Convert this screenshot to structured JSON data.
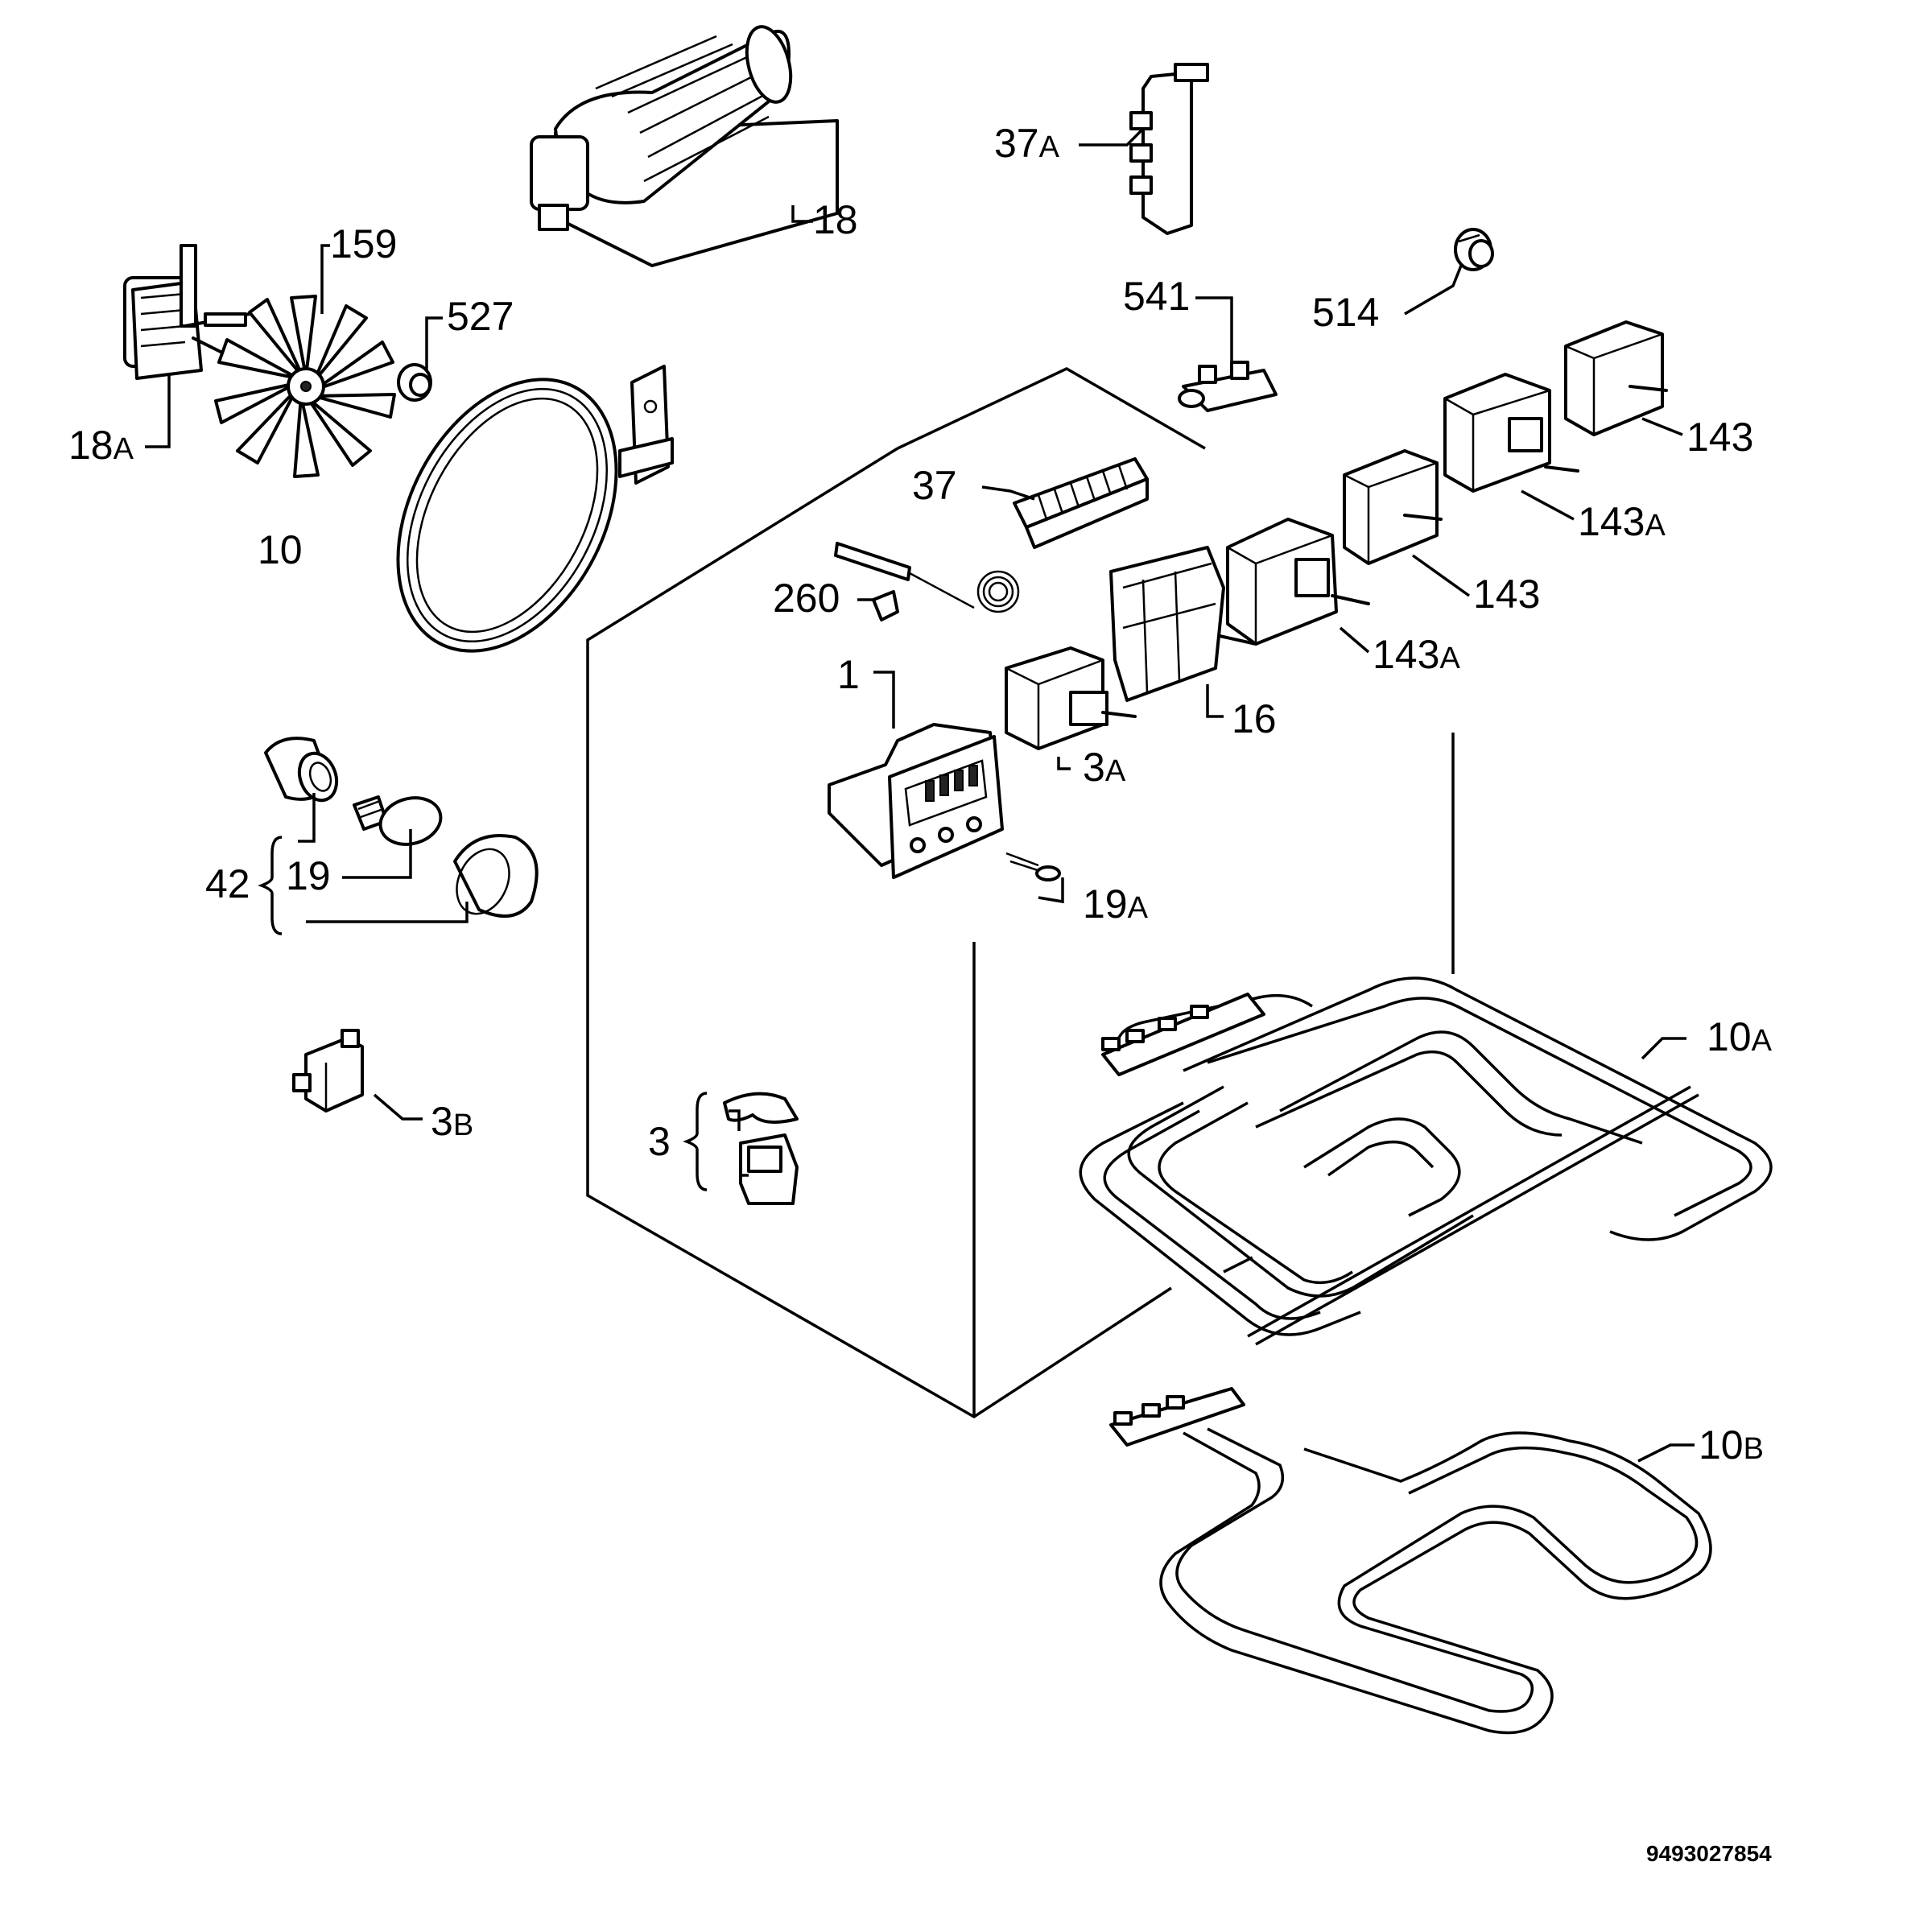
{
  "labels": {
    "l1": "1",
    "l3": "3",
    "l3a": "3",
    "l3b": "3",
    "l10": "10",
    "l10a": "10",
    "l10b": "10",
    "l16": "16",
    "l18": "18",
    "l18a": "18",
    "l19": "19",
    "l19a": "19",
    "l37": "37",
    "l37a": "37",
    "l42": "42",
    "l143_1": "143",
    "l143_2": "143",
    "l143a_1": "143",
    "l143a_2": "143",
    "l159": "159",
    "l260": "260",
    "l514": "514",
    "l527": "527",
    "l541": "541"
  },
  "suffix": {
    "A": "A",
    "B": "B"
  },
  "doc_number": "9493027854"
}
